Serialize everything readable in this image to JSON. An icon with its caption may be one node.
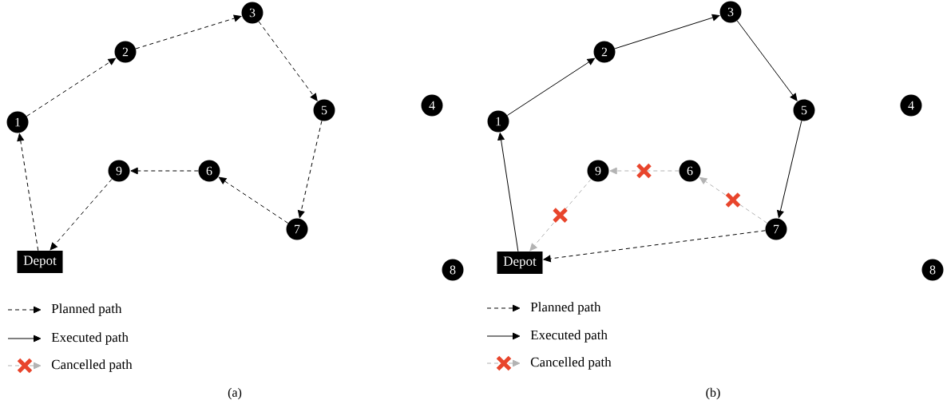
{
  "diagram": {
    "nodes": [
      {
        "text": [
          "Depot"
        ]
      },
      {
        "text": [
          "1"
        ]
      },
      {
        "text": [
          "2"
        ]
      },
      {
        "text": [
          "3"
        ]
      },
      {
        "text": [
          "4"
        ]
      },
      {
        "text": [
          "5"
        ]
      },
      {
        "text": [
          "6"
        ]
      },
      {
        "text": [
          "7"
        ]
      },
      {
        "text": [
          "8"
        ]
      },
      {
        "text": [
          "9"
        ]
      },
      {
        "text": [
          "Depot"
        ]
      },
      {
        "text": [
          "1"
        ]
      },
      {
        "text": [
          "2"
        ]
      },
      {
        "text": [
          "3"
        ]
      },
      {
        "text": [
          "4"
        ]
      },
      {
        "text": [
          "5"
        ]
      },
      {
        "text": [
          "6"
        ]
      },
      {
        "text": [
          "7"
        ]
      },
      {
        "text": [
          "8"
        ]
      },
      {
        "text": [
          "9"
        ]
      }
    ],
    "edges": [
      {
        "from": 0,
        "to": 1,
        "arrow": "to",
        "style": "dashed"
      },
      {
        "from": 1,
        "to": 2,
        "arrow": "to",
        "style": "dashed"
      },
      {
        "from": 2,
        "to": 3,
        "arrow": "to",
        "style": "dashed"
      },
      {
        "from": 3,
        "to": 5,
        "arrow": "to",
        "style": "dashed"
      },
      {
        "from": 5,
        "to": 7,
        "arrow": "to",
        "style": "dashed"
      },
      {
        "from": 7,
        "to": 6,
        "arrow": "to",
        "style": "dashed"
      },
      {
        "from": 6,
        "to": 9,
        "arrow": "to",
        "style": "dashed"
      },
      {
        "from": 9,
        "to": 0,
        "arrow": "to",
        "style": "dashed"
      },
      {
        "from": 10,
        "to": 11,
        "arrow": "to"
      },
      {
        "from": 11,
        "to": 12,
        "arrow": "to"
      },
      {
        "from": 12,
        "to": 13,
        "arrow": "to"
      },
      {
        "from": 13,
        "to": 15,
        "arrow": "to"
      },
      {
        "from": 15,
        "to": 17,
        "arrow": "to"
      },
      {
        "from": 17,
        "to": 16,
        "arrow": "to",
        "style": "dashed",
        "color": "#b3b3b3"
      },
      {
        "from": 16,
        "to": 19,
        "arrow": "to",
        "style": "dashed",
        "color": "#b3b3b3"
      },
      {
        "from": 19,
        "to": 10,
        "arrow": "to",
        "style": "dashed",
        "color": "#b3b3b3"
      },
      {
        "from": 17,
        "to": 10,
        "arrow": "to",
        "style": "dashed"
      }
    ],
    "labels": [
      "(a)",
      "(b)"
    ],
    "legend": [
      {
        "text": "Planned path"
      },
      {
        "text": "Executed path"
      },
      {
        "text": "Cancelled path"
      },
      {
        "text": "Planned path"
      },
      {
        "text": "Executed path"
      },
      {
        "text": "Cancelled path"
      }
    ]
  }
}
